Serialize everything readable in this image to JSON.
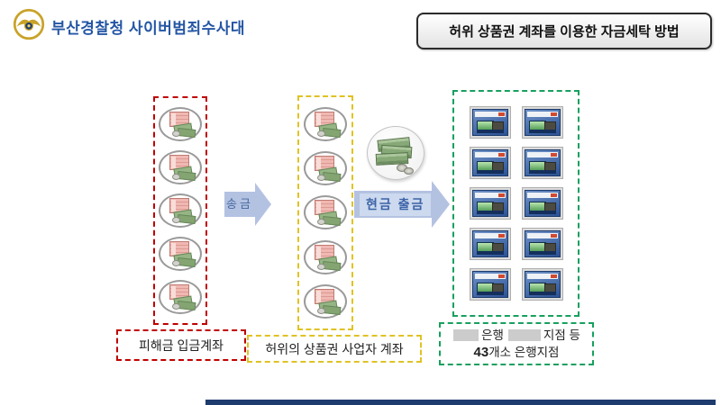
{
  "header": {
    "agency": "부산경찰청 사이버범죄수사대"
  },
  "title_box": {
    "text": "허위 상품권 계좌를 이용한 자금세탁 방법"
  },
  "flow": {
    "victim_accounts": {
      "icon_count": 5,
      "icon": "bankbook-cash-icon",
      "label": "피해금 입금계좌",
      "border_color": "#C00000"
    },
    "transfer_arrow": {
      "label": "송금",
      "fill_color": "#B4C2E2"
    },
    "fake_business_accounts": {
      "icon_count": 5,
      "icon": "bankbook-cash-icon",
      "label": "허위의 상품권 사업자 계좌",
      "border_color": "#E0C224"
    },
    "withdraw_arrow": {
      "label": "현금 출금",
      "fill_color": "#B4C2E2",
      "icon": "cash-stack-icon"
    },
    "bank_branches": {
      "icon_count": 10,
      "icon": "atm-icon",
      "label_bank": "은행",
      "label_branch_etc": "지점 등",
      "count": "43",
      "count_suffix": "개소 은행지점",
      "border_color": "#17A05E",
      "redacted_names": 2
    }
  },
  "icons": {
    "emblem": "police-emblem-icon",
    "account": "bankbook-cash-icon",
    "cash": "cash-stack-icon",
    "atm": "atm-icon"
  },
  "colors": {
    "agency_text": "#2456A4",
    "victim_border": "#C00000",
    "fake_border": "#E0C224",
    "bank_border": "#17A05E",
    "arrow_fill": "#B4C2E2",
    "arrow_text": "#3D63A8",
    "footer_bar": "#1E3C6E"
  }
}
